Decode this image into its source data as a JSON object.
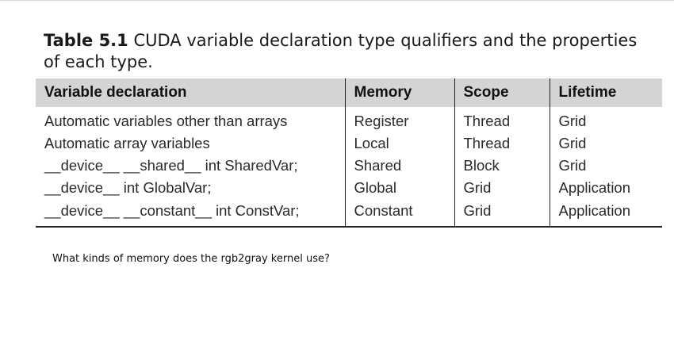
{
  "caption": {
    "label": "Table 5.1",
    "text": "CUDA variable declaration type qualifiers and the properties of each type."
  },
  "table": {
    "headers": [
      "Variable declaration",
      "Memory",
      "Scope",
      "Lifetime"
    ],
    "rows": [
      [
        "Automatic variables other than arrays",
        "Register",
        "Thread",
        "Grid"
      ],
      [
        "Automatic array variables",
        "Local",
        "Thread",
        "Grid"
      ],
      [
        "__device__ __shared__ int SharedVar;",
        "Shared",
        "Block",
        "Grid"
      ],
      [
        "__device__ int GlobalVar;",
        "Global",
        "Grid",
        "Application"
      ],
      [
        "__device__ __constant__ int ConstVar;",
        "Constant",
        "Grid",
        "Application"
      ]
    ]
  },
  "question": "What kinds of memory does the rgb2gray kernel use?"
}
